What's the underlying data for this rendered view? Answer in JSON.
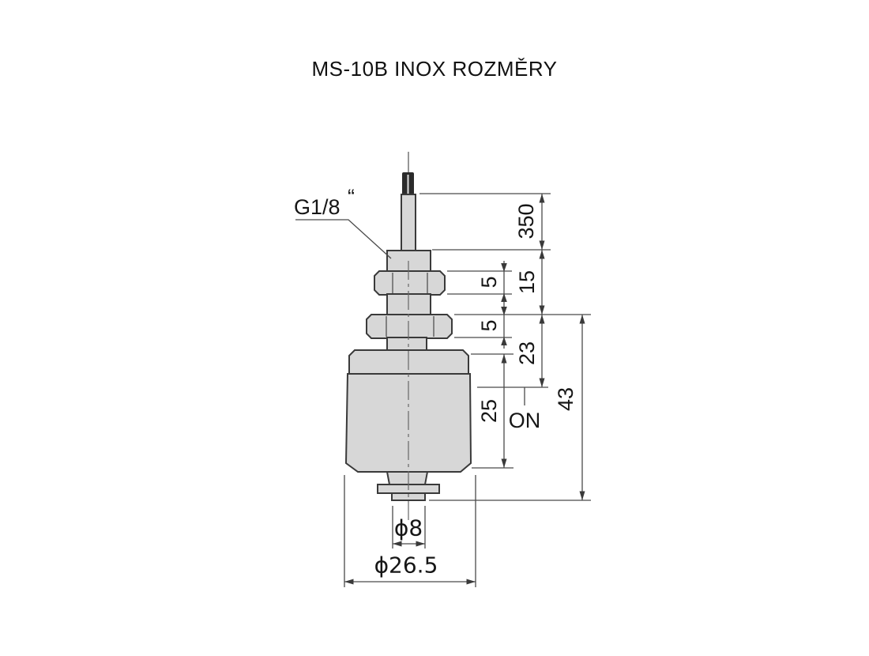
{
  "title": "MS-10B INOX ROZMĚRY",
  "labels": {
    "thread": "G1/8",
    "thread_quote": "“",
    "on": "ON"
  },
  "dimensions": {
    "cable_length": "350",
    "thread_section_height": "15",
    "upper_nut_height": "5",
    "lower_nut_height": "5",
    "mount_to_on": "23",
    "float_height": "25",
    "total_height": "43",
    "stem_diameter": "ϕ8",
    "float_diameter": "ϕ26.5"
  }
}
